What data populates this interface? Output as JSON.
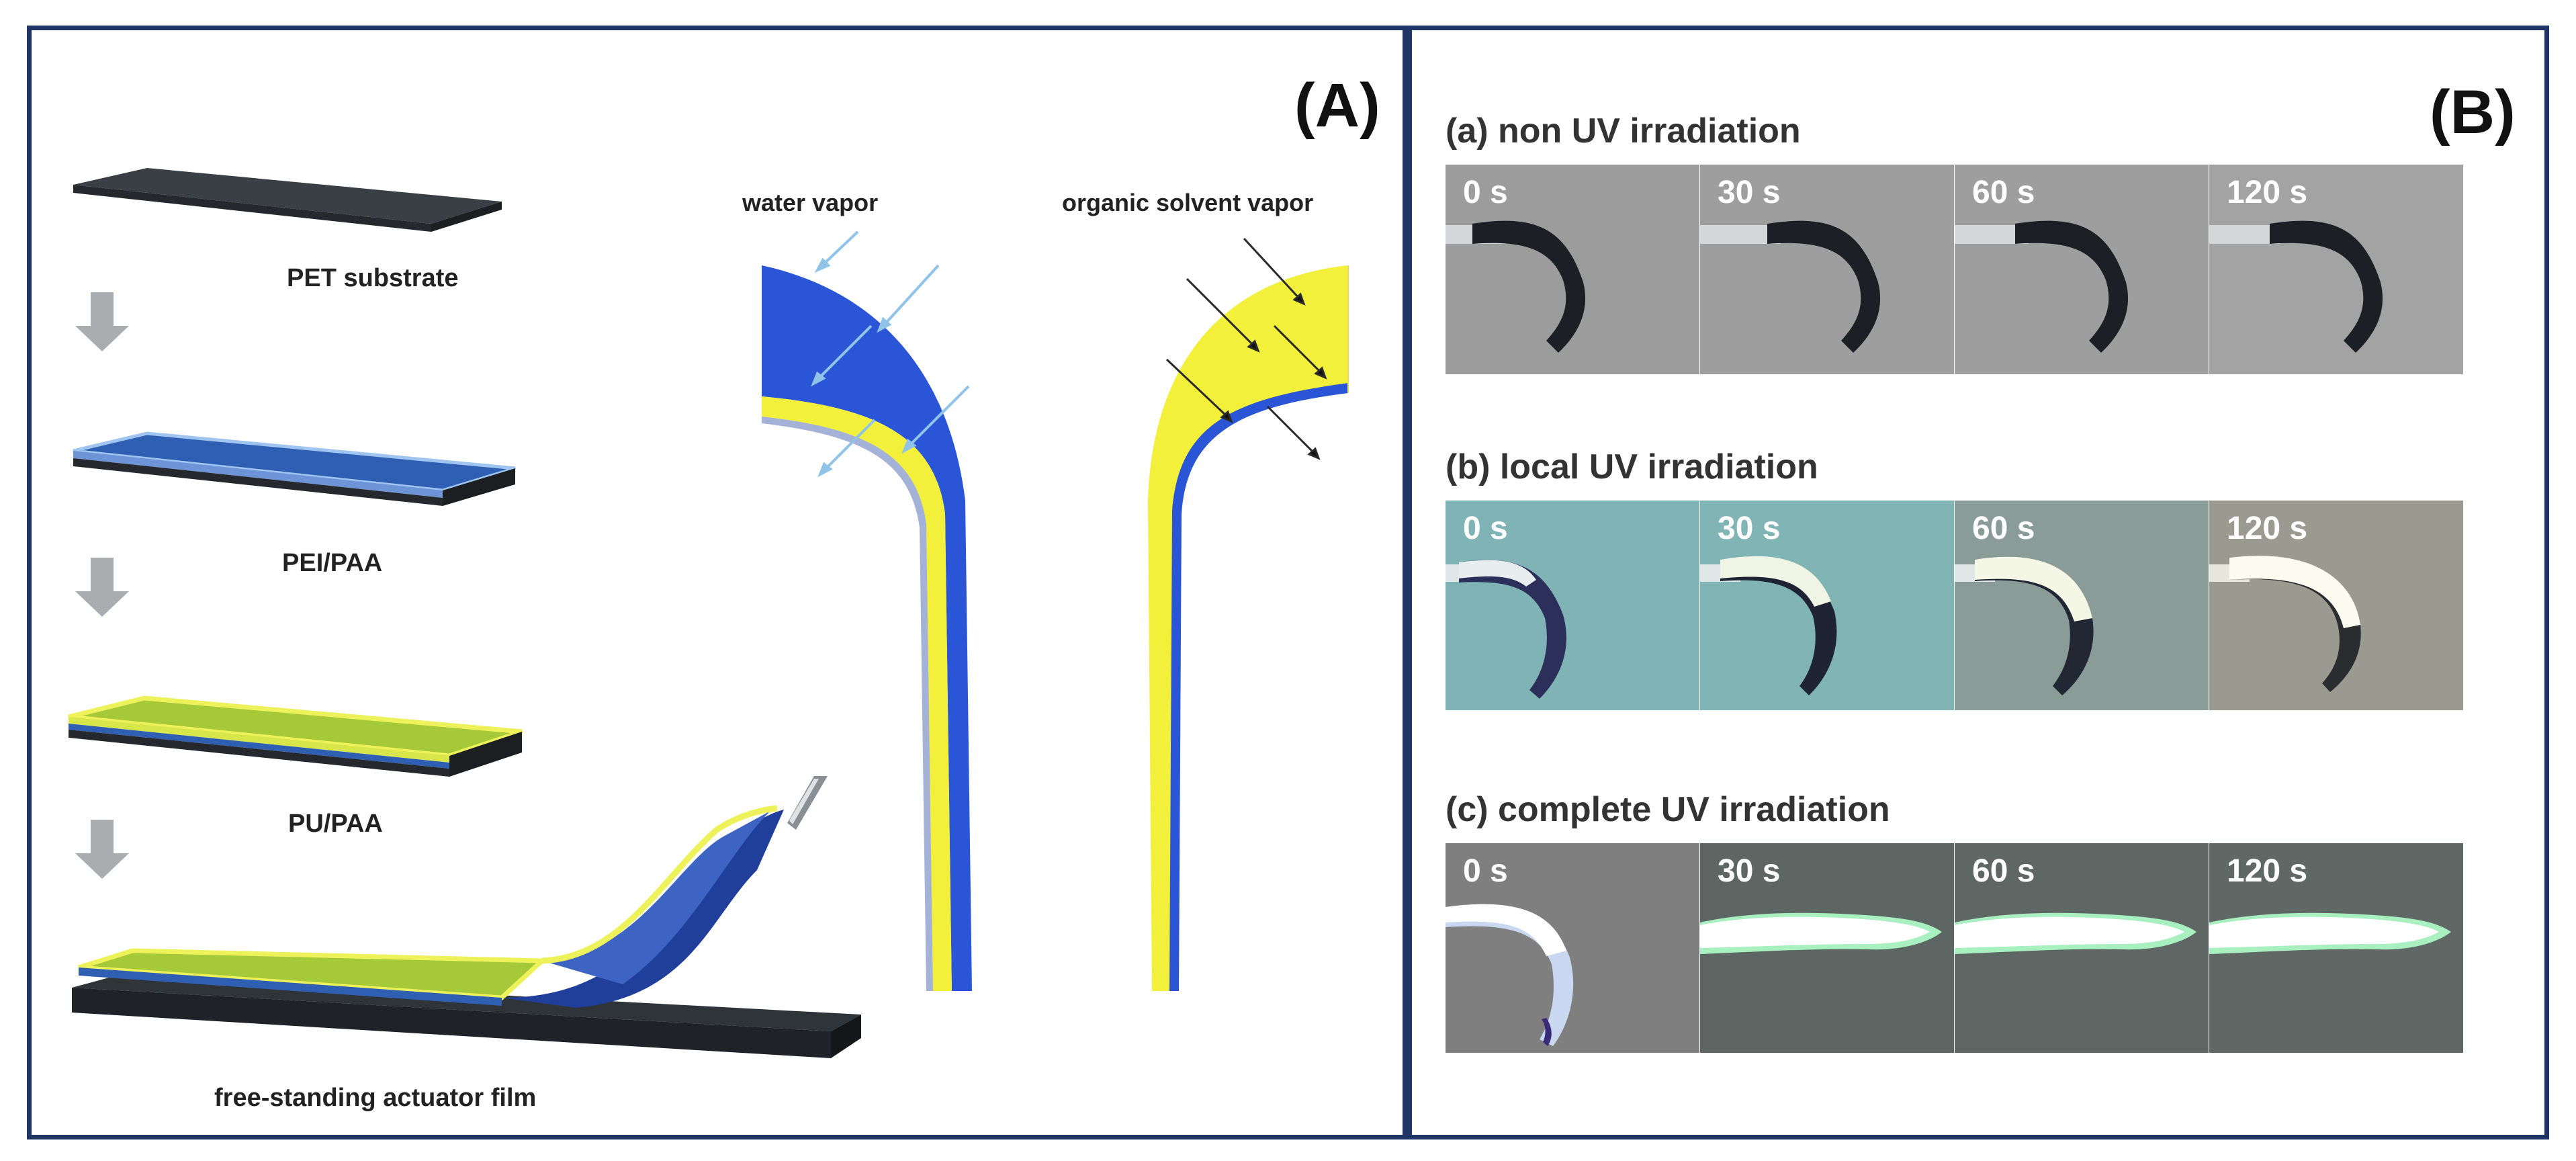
{
  "panel_a": {
    "label": "(A)",
    "steps": [
      "PET substrate",
      "PEI/PAA",
      "PU/PAA",
      "free-standing actuator film"
    ],
    "vapors": {
      "left": "water vapor",
      "right": "organic solvent vapor"
    }
  },
  "panel_b": {
    "label": "(B)",
    "rows": [
      {
        "title": "(a) non UV irradiation",
        "times": [
          "0 s",
          "30 s",
          "60 s",
          "120 s"
        ]
      },
      {
        "title": "(b) local UV irradiation",
        "times": [
          "0 s",
          "30 s",
          "60 s",
          "120 s"
        ]
      },
      {
        "title": "(c) complete UV irradiation",
        "times": [
          "0 s",
          "30 s",
          "60 s",
          "120 s"
        ]
      }
    ]
  },
  "colors": {
    "frame_border": "#1f3566",
    "pet": "#3a3f45",
    "pei_paa": "#2f5fb3",
    "pu_paa": "#a6c93a",
    "film_blue": "#2a55d6",
    "film_yellow": "#f2f03a",
    "arrow": "#a9adb0"
  }
}
